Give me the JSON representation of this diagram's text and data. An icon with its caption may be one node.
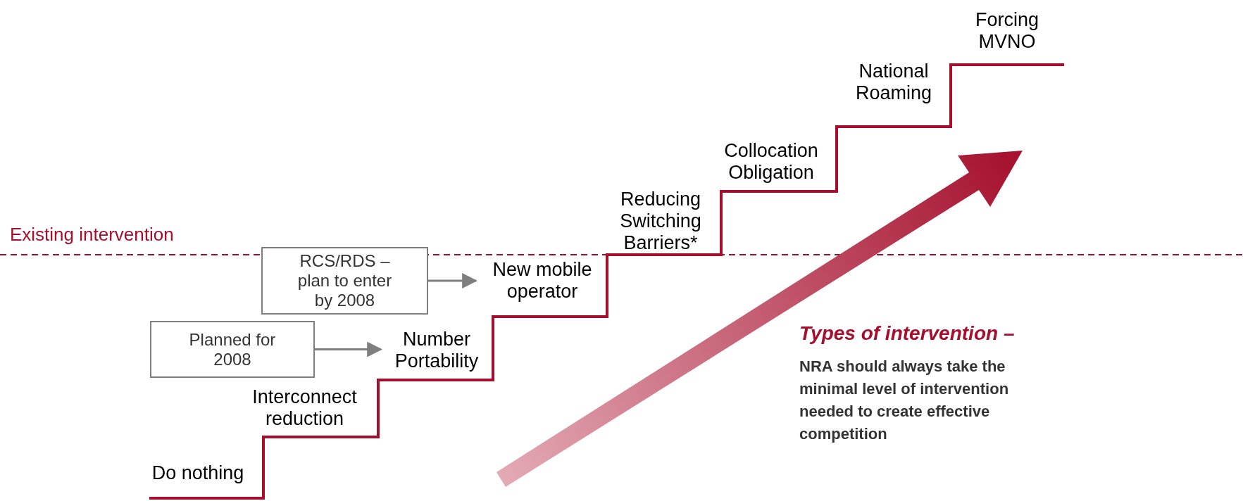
{
  "diagram": {
    "nodes": [
      {
        "text": [
          "Planned for 2008"
        ]
      },
      {
        "text": [
          "Number Portability"
        ]
      },
      {
        "text": [
          "RCS/RDS – plan to enter by 2008"
        ]
      },
      {
        "text": [
          "New mobile operator"
        ]
      }
    ],
    "edges": [
      {
        "from": 0,
        "to": 1,
        "arrow": "to"
      },
      {
        "from": 2,
        "to": 3,
        "arrow": "to"
      }
    ],
    "labels": [
      "Forcing MVNO",
      "National Roaming",
      "Collocation Obligation",
      "Reducing Switching Barriers*",
      "Existing intervention",
      "Interconnect reduction",
      "Types of intervention –",
      "NRA should always take the minimal level of intervention needed to create effective competition",
      "Do nothing"
    ]
  }
}
